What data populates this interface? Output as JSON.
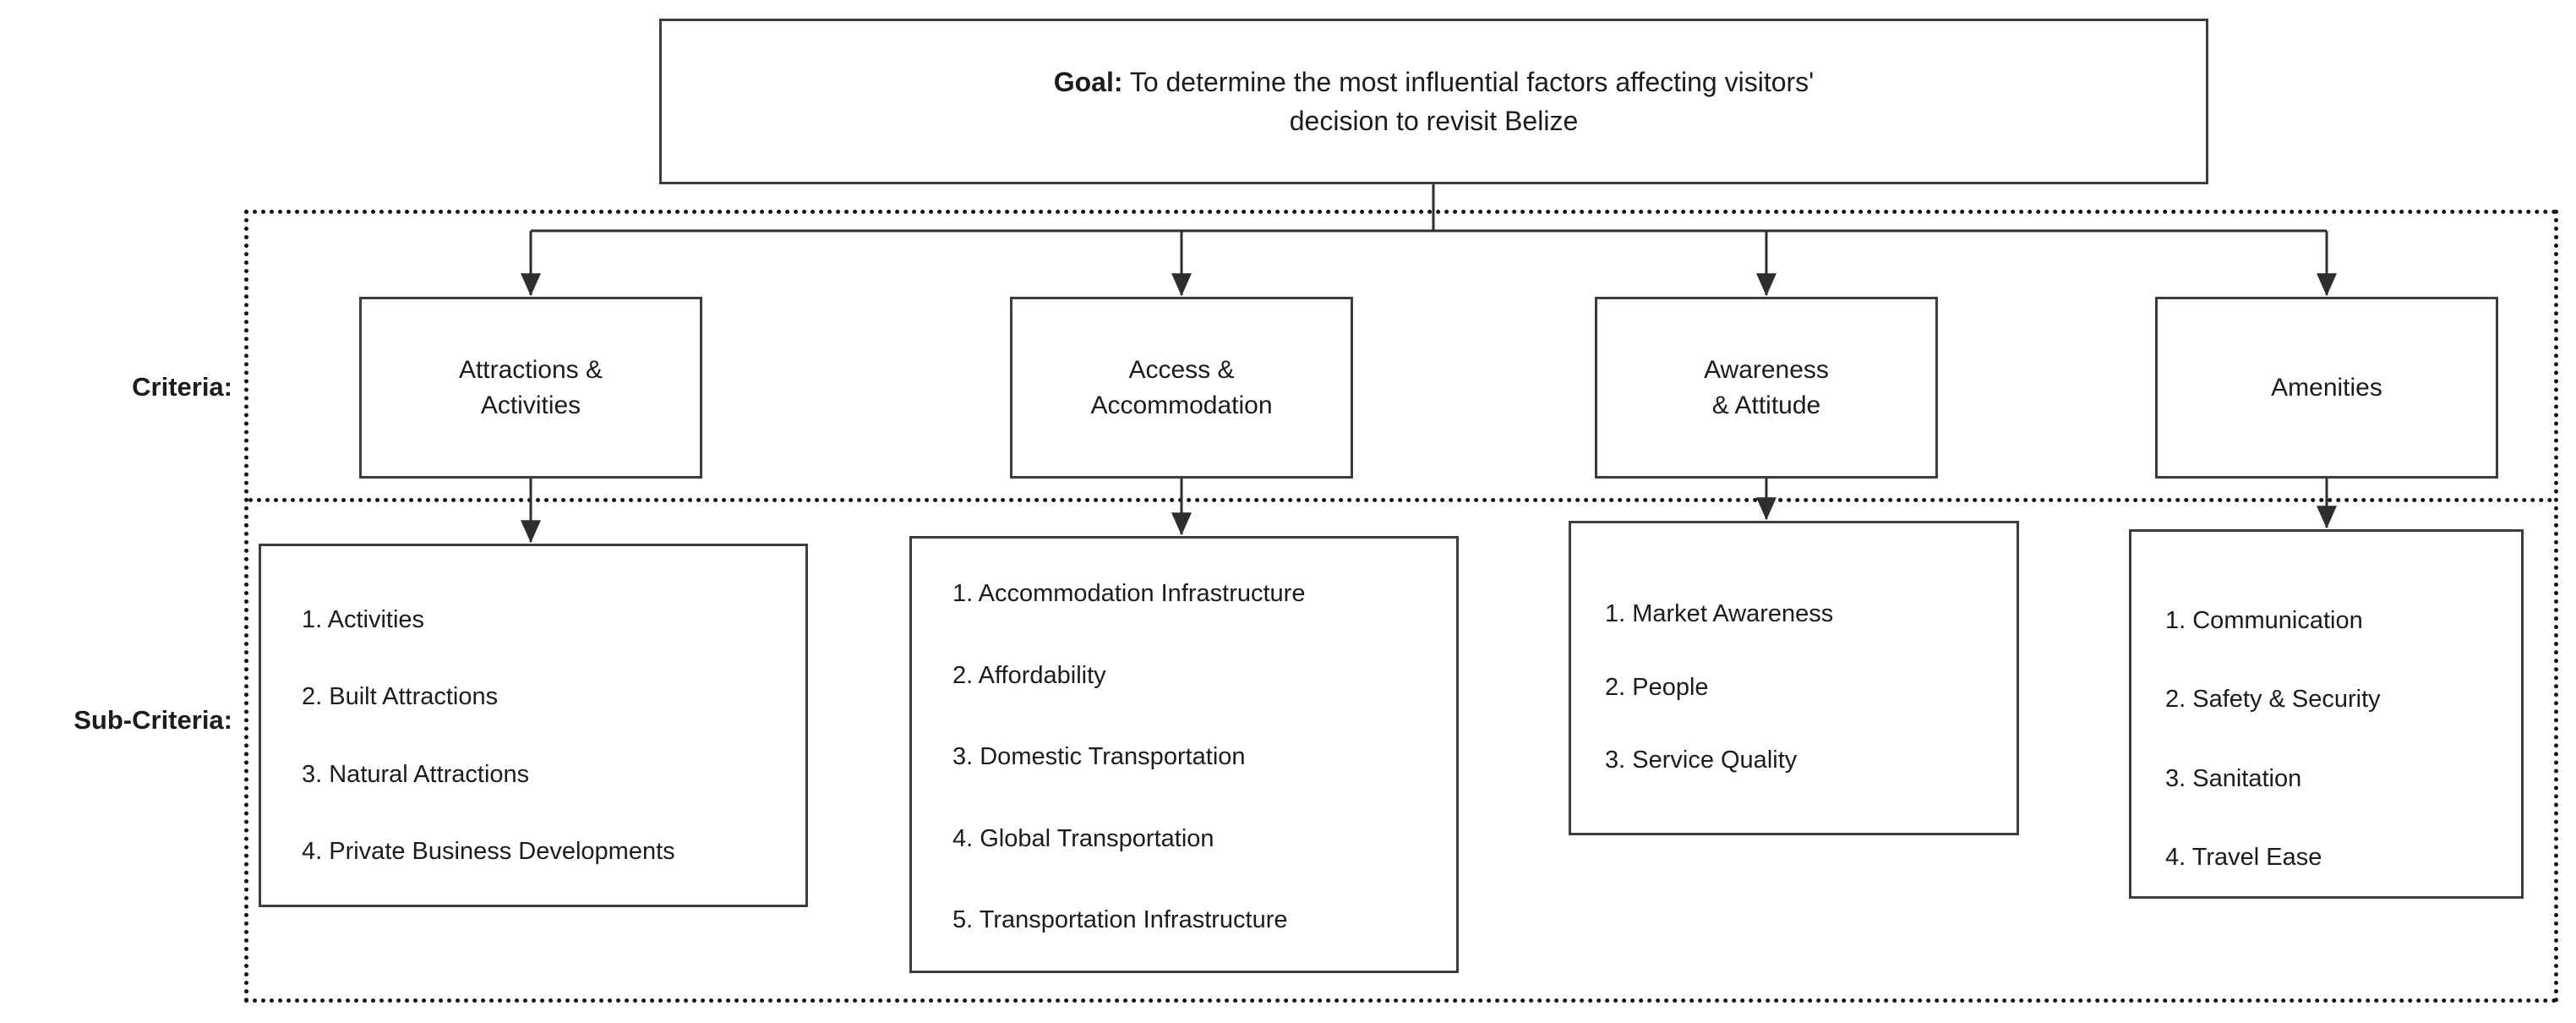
{
  "diagram": {
    "goal": {
      "label": "Goal:",
      "text": "To determine the most influential factors affecting visitors' decision to revisit Belize"
    },
    "row_labels": {
      "criteria": "Criteria:",
      "sub_criteria": "Sub-Criteria:"
    },
    "columns": [
      {
        "title": "Attractions &\nActivities",
        "sub_items": [
          "1. Activities",
          "2. Built Attractions",
          "3. Natural Attractions",
          "4. Private Business Developments"
        ]
      },
      {
        "title": "Access &\nAccommodation",
        "sub_items": [
          "1. Accommodation Infrastructure",
          "2. Affordability",
          "3. Domestic Transportation",
          "4. Global Transportation",
          "5. Transportation Infrastructure"
        ]
      },
      {
        "title": "Awareness\n& Attitude",
        "sub_items": [
          "1. Market Awareness",
          "2. People",
          "3. Service Quality"
        ]
      },
      {
        "title": "Amenities",
        "sub_items": [
          "1. Communication",
          "2. Safety & Security",
          "3. Sanitation",
          "4. Travel Ease"
        ]
      }
    ],
    "colors": {
      "box_border": "#3d3d3d",
      "dotted_border": "#141414",
      "line": "#2e2e2e",
      "text": "#1c1c1c",
      "background": "#ffffff"
    }
  }
}
